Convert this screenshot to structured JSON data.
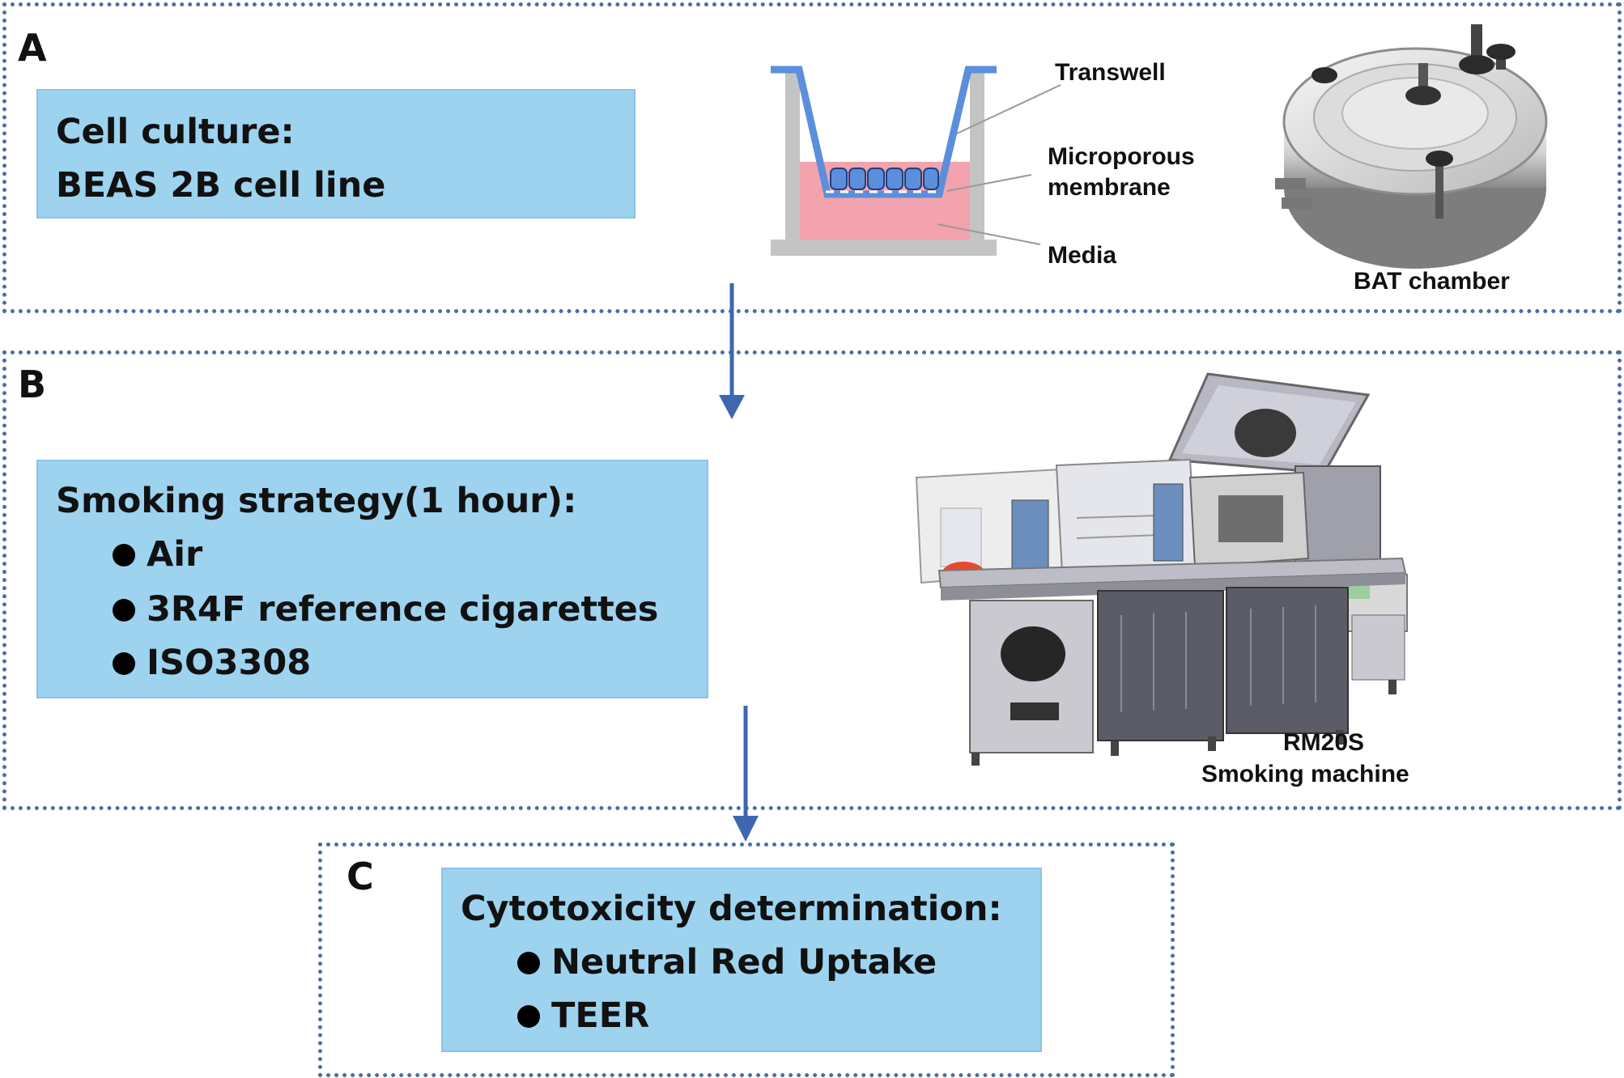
{
  "panels": {
    "a": {
      "letter": "A",
      "box_lines": [
        "Cell culture:",
        "BEAS 2B cell line"
      ],
      "transwell_label": "Transwell",
      "membrane_label": [
        "Microporous",
        "membrane"
      ],
      "media_label": "Media",
      "chamber_label": "BAT chamber"
    },
    "b": {
      "letter": "B",
      "box_title": "Smoking strategy(1 hour):",
      "bullets": [
        "Air",
        "3R4F reference cigarettes",
        "ISO3308"
      ],
      "machine_label": [
        "RM20S",
        "Smoking machine"
      ]
    },
    "c": {
      "letter": "C",
      "box_title": "Cytotoxicity determination:",
      "bullets": [
        "Neutral Red Uptake",
        "TEER"
      ]
    }
  },
  "colors": {
    "panel_border": "#4a6fa5",
    "box_fill": "#9dd3ef",
    "arrow": "#3f67b1",
    "media": "#f2a3ad",
    "insert": "#5b8fdc",
    "well": "#c4c4c4"
  }
}
